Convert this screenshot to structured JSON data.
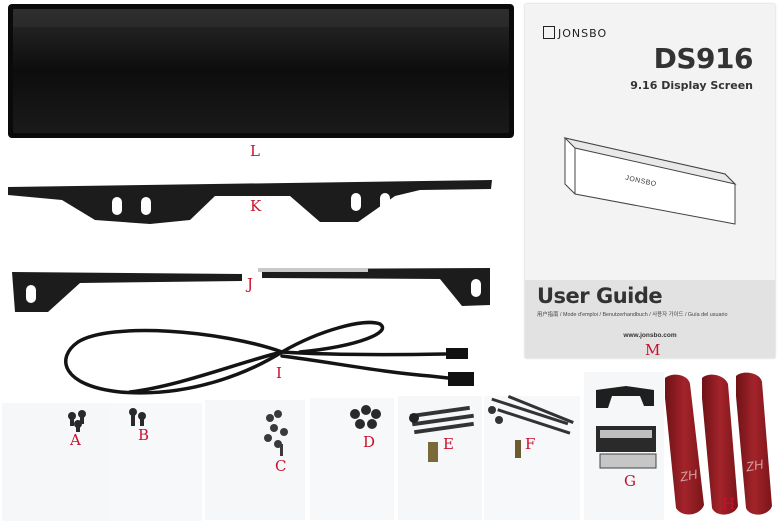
{
  "manual": {
    "brand": "JONSBO",
    "model": "DS916",
    "subtitle": "9.16 Display Screen",
    "guide_title": "User Guide",
    "languages": "用户指南 / Mode d'emploi / Benutzerhandbuch / 사용자 가이드 / Guía del usuario",
    "website": "www.jonsbo.com",
    "device_logo": "JONSBO"
  },
  "labels": {
    "L": "L",
    "K": "K",
    "J": "J",
    "I": "I",
    "M": "M",
    "A": "A",
    "B": "B",
    "C": "C",
    "D": "D",
    "E": "E",
    "F": "F",
    "G": "G",
    "H": "H"
  },
  "strip_mark": "ZH",
  "colors": {
    "label": "#c8102e",
    "screen": "#111111",
    "bracket": "#1c1c1c",
    "strip": "#8b1a1f",
    "manual": "#f3f3f3"
  }
}
